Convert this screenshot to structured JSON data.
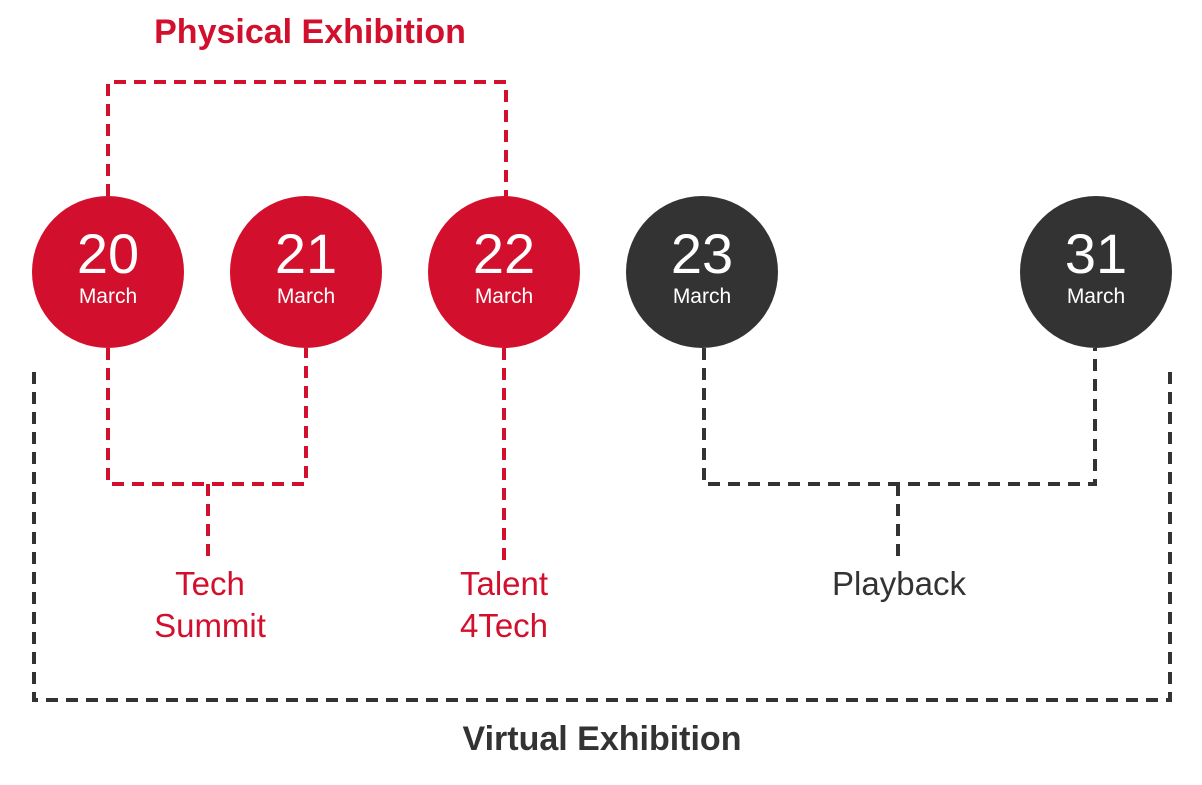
{
  "colors": {
    "physical": "#d20f2c",
    "virtual": "#333333"
  },
  "titles": {
    "physical": "Physical Exhibition",
    "virtual": "Virtual Exhibition"
  },
  "dates": [
    {
      "day": "20",
      "month": "March",
      "group": "physical"
    },
    {
      "day": "21",
      "month": "March",
      "group": "physical"
    },
    {
      "day": "22",
      "month": "March",
      "group": "physical"
    },
    {
      "day": "23",
      "month": "March",
      "group": "virtual"
    },
    {
      "day": "31",
      "month": "March",
      "group": "virtual"
    }
  ],
  "events": {
    "tech_summit": {
      "line1": "Tech",
      "line2": "Summit"
    },
    "talent_4tech": {
      "line1": "Talent",
      "line2": "4Tech"
    },
    "playback": {
      "line1": "Playback"
    }
  }
}
